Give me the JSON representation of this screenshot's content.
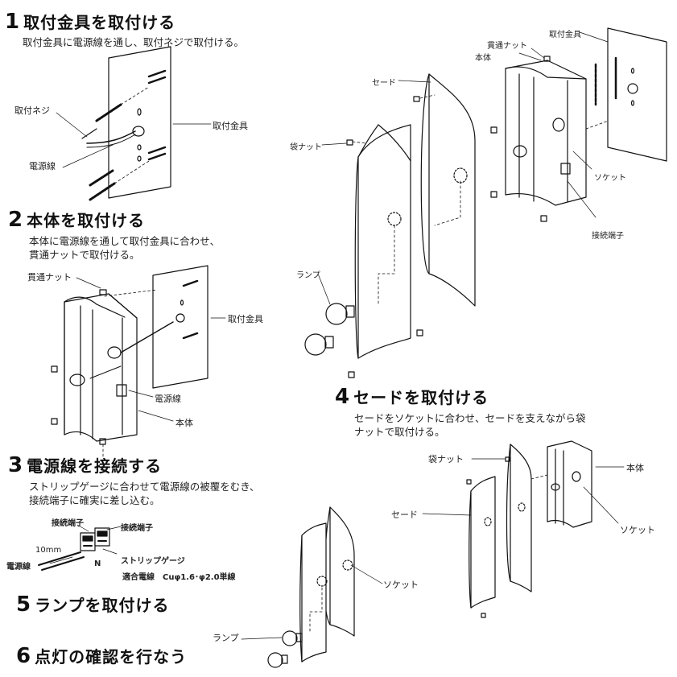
{
  "steps": [
    {
      "num": "1",
      "title": "取付金具を取付ける",
      "desc": [
        "取付金具に電源線を通し、取付ネジで取付ける。"
      ]
    },
    {
      "num": "2",
      "title": "本体を取付ける",
      "desc": [
        "本体に電源線を通して取付金具に合わせ、",
        "貫通ナットで取付ける。"
      ]
    },
    {
      "num": "3",
      "title": "電源線を接続する",
      "desc": [
        "ストリップゲージに合わせて電源線の被覆をむき、",
        "接続端子に確実に差し込む。"
      ]
    },
    {
      "num": "4",
      "title": "セードを取付ける",
      "desc": [
        "セードをソケットに合わせ、セードを支えながら袋",
        "ナットで取付ける。"
      ]
    },
    {
      "num": "5",
      "title": "ランプを取付ける",
      "desc": []
    },
    {
      "num": "6",
      "title": "点灯の確認を行なう",
      "desc": []
    }
  ],
  "labels": {
    "s1_screw": "取付ネジ",
    "s1_bracket": "取付金具",
    "s1_cable": "電源線",
    "s2_nut": "貫通ナット",
    "s2_bracket": "取付金具",
    "s2_cable": "電源線",
    "s2_body": "本体",
    "s3_terminal_a": "接続端子",
    "s3_terminal_b": "接続端子",
    "s3_10mm": "10mm",
    "s3_cable": "電源線",
    "s3_n": "N",
    "s3_strip": "ストリップゲージ",
    "s3_wire": "適合電線　Cuφ1.6･φ2.0単線",
    "big_nut": "貫通ナット",
    "big_bracket": "取付金具",
    "big_body": "本体",
    "big_shade": "セード",
    "big_capnut": "袋ナット",
    "big_socket": "ソケット",
    "big_terminal": "接続端子",
    "big_lamp": "ランプ",
    "s4_capnut": "袋ナット",
    "s4_body": "本体",
    "s4_shade": "セード",
    "s4_socket": "ソケット",
    "s5_socket": "ソケット",
    "s5_lamp": "ランプ"
  }
}
